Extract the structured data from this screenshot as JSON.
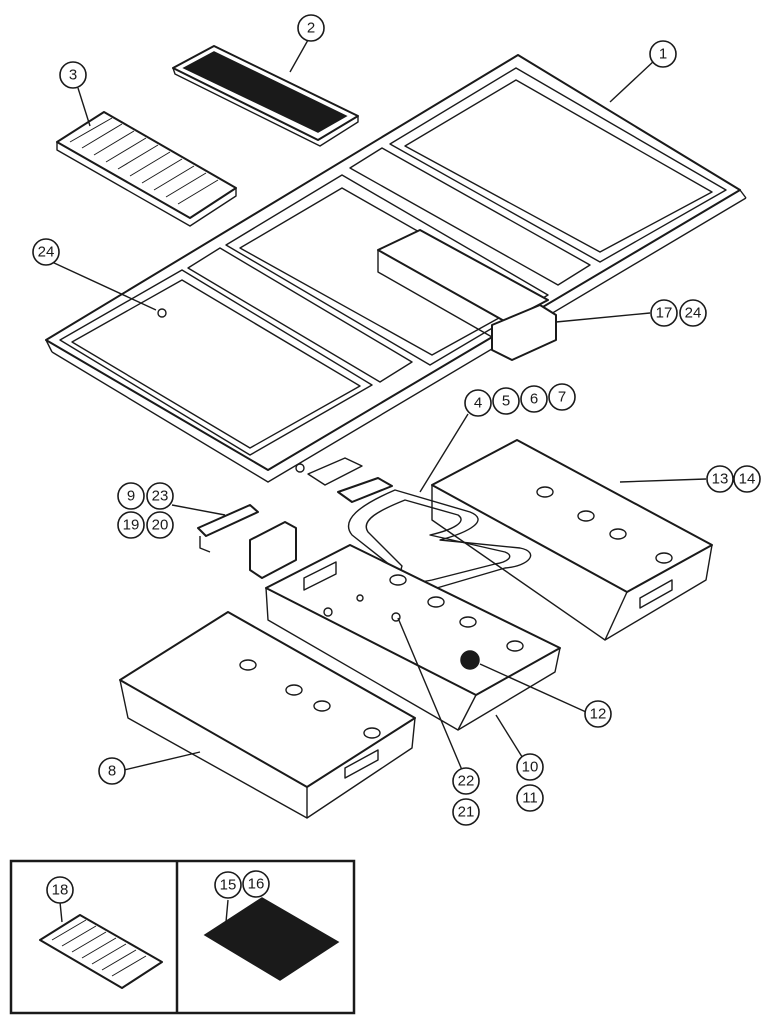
{
  "callouts": {
    "c1": "1",
    "c2": "2",
    "c3": "3",
    "c24a": "24",
    "c17": "17",
    "c24b": "24",
    "c4": "4",
    "c5": "5",
    "c6": "6",
    "c7": "7",
    "c13": "13",
    "c14": "14",
    "c9": "9",
    "c23": "23",
    "c19": "19",
    "c20": "20",
    "c12": "12",
    "c8": "8",
    "c22": "22",
    "c21": "21",
    "c10": "10",
    "c11": "11",
    "c18": "18",
    "c15": "15",
    "c16": "16"
  },
  "colors": {
    "ink": "#1a1a1a",
    "paper": "#ffffff"
  }
}
